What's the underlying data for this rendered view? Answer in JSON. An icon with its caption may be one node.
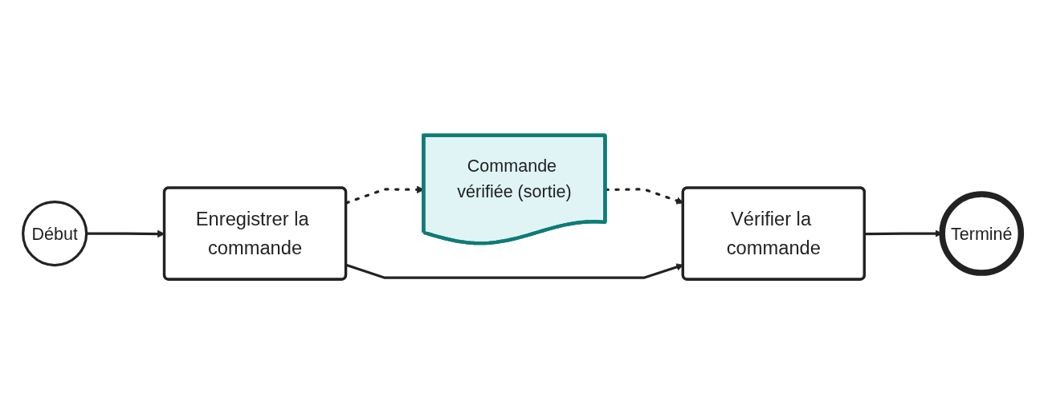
{
  "diagram": {
    "nodes": [
      {
        "text": [
          "Début"
        ]
      },
      {
        "text": [
          "Enregistrer la commande"
        ]
      },
      {
        "text": [
          "Commande vérifiée (sortie)"
        ]
      },
      {
        "text": [
          "Vérifier la commande"
        ]
      },
      {
        "text": [
          "Terminé"
        ]
      }
    ],
    "edges": [
      {
        "from": 0,
        "to": 1,
        "arrow": "to"
      },
      {
        "from": 1,
        "to": 2,
        "arrow": "to",
        "style": "dashed"
      },
      {
        "from": 2,
        "to": 3,
        "arrow": "to",
        "style": "dashed"
      },
      {
        "from": 1,
        "to": 3,
        "arrow": "to"
      },
      {
        "from": 3,
        "to": 4,
        "arrow": "to"
      }
    ]
  }
}
